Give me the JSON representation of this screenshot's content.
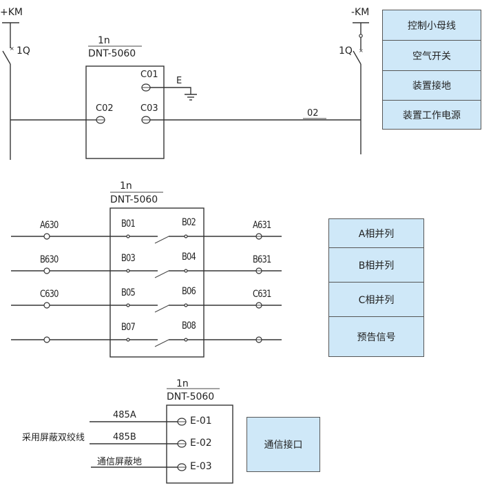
{
  "section1": {
    "bus_pos": "+KM",
    "bus_neg": "-KM",
    "breaker_left": "1Q",
    "breaker_right": "1Q",
    "device_id": "1n",
    "device_model": "DNT-5060",
    "terminals": [
      "C01",
      "C02",
      "C03"
    ],
    "ground_label": "E",
    "wire_label": "02",
    "legend": [
      "控制小母线",
      "空气开关",
      "装置接地",
      "装置工作电源"
    ]
  },
  "section2": {
    "device_id": "1n",
    "device_model": "DNT-5060",
    "rows": [
      {
        "left": "A630",
        "in": "B01",
        "out": "B02",
        "right": "A631"
      },
      {
        "left": "B630",
        "in": "B03",
        "out": "B04",
        "right": "B631"
      },
      {
        "left": "C630",
        "in": "B05",
        "out": "B06",
        "right": "C631"
      },
      {
        "left": "",
        "in": "B07",
        "out": "B08",
        "right": ""
      }
    ],
    "legend": [
      "A相并列",
      "B相并列",
      "C相并列",
      "预告信号"
    ]
  },
  "section3": {
    "device_id": "1n",
    "device_model": "DNT-5060",
    "wires": [
      {
        "label": "485A",
        "terminal": "E-01"
      },
      {
        "label": "485B",
        "terminal": "E-02"
      },
      {
        "label": "通信屏蔽地",
        "terminal": "E-03"
      }
    ],
    "cable_note": "采用屏蔽双绞线",
    "legend": [
      "通信接口"
    ]
  }
}
